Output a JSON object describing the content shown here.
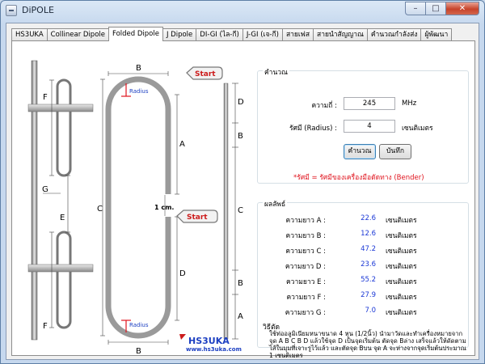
{
  "window": {
    "title": "DiPOLE"
  },
  "tabs": [
    "HS3UKA",
    "Collinear Dipole",
    "Folded Dipole",
    "J Dipole",
    "DI-GI (ไล-กี)",
    "J-GI (เจ-กี)",
    "สายเฟส",
    "สายนำสัญญาณ",
    "คำนวณกำลังส่ง",
    "ผู้พัฒนา"
  ],
  "active_tab": 2,
  "diagram": {
    "top_label": "B",
    "bottom_label": "B",
    "radius_top": "Radius",
    "radius_bottom": "Radius",
    "gap_label": "1 cm.",
    "start_top": "Start",
    "start_mid": "Start",
    "left_labels": {
      "f1": "F",
      "g": "G",
      "e": "E",
      "f2": "F"
    },
    "loop_labels": {
      "a": "A",
      "c": "C",
      "d": "D"
    },
    "ruler_labels": [
      "D",
      "B",
      "C",
      "B",
      "A"
    ],
    "logo_text": "HS3UKA",
    "logo_url": "www.hs3uka.com",
    "colors": {
      "loop": "#999999",
      "start_arrow": "#cc1b1b",
      "logo": "#1c3fc2",
      "radius": "#e0141e"
    }
  },
  "calc": {
    "title": "คำนวณ",
    "freq_label": "ความถี่ :",
    "freq_value": "245",
    "freq_unit": "MHz",
    "radius_label": "รัศมี (Radius) :",
    "radius_value": "4",
    "radius_unit": "เซนติเมตร",
    "calc_button": "คำนวณ",
    "save_button": "บันทึก",
    "note": "*รัศมี = รัศมีของเครื่องมือดัดทาง (Bender)"
  },
  "result": {
    "title": "ผลลัพธ์",
    "unit": "เซนติเมตร",
    "rows": [
      {
        "label": "ความยาว A :",
        "value": "22.6"
      },
      {
        "label": "ความยาว B :",
        "value": "12.6"
      },
      {
        "label": "ความยาว C :",
        "value": "47.2"
      },
      {
        "label": "ความยาว D :",
        "value": "23.6"
      },
      {
        "label": "ความยาว E :",
        "value": "55.2"
      },
      {
        "label": "ความยาว F :",
        "value": "27.9"
      },
      {
        "label": "ความยาว G :",
        "value": "7.0"
      }
    ],
    "method_title": "วิธีตัด",
    "method_text": "ใช้ท่ออลูมิเนียมหนาขนาด 4 หุน (1/2นิ้ว) นำมาวัดและทำเครื่องหมายจากจุด A B C B D แล้วใช้จุด D เป็นจุดเริ่มต้น ตัดจุด Bล่าง เสร็จแล้วให้ดัดตามไส้ในมุมที่เจาะรูไว้แล้ว และตัดจุด Bบน จุด A จะห่างจากจุดเริ่มต้นประมาณ 1 เซนติเมตร"
  }
}
